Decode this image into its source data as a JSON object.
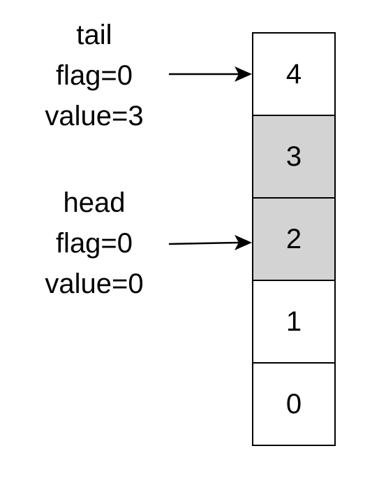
{
  "pointers": {
    "tail": {
      "name": "tail",
      "flag": "flag=0",
      "value": "value=3",
      "target_index": 4
    },
    "head": {
      "name": "head",
      "flag": "flag=0",
      "value": "value=0",
      "target_index": 2
    }
  },
  "cells": [
    {
      "label": "4",
      "highlighted": false
    },
    {
      "label": "3",
      "highlighted": true
    },
    {
      "label": "2",
      "highlighted": true
    },
    {
      "label": "1",
      "highlighted": false
    },
    {
      "label": "0",
      "highlighted": false
    }
  ],
  "colors": {
    "highlight": "#d3d3d3",
    "normal": "#ffffff",
    "stroke": "#000000"
  }
}
